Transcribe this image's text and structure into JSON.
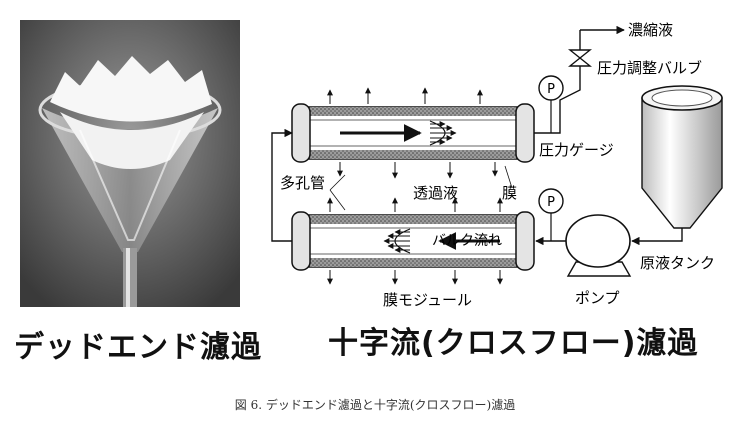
{
  "dead_end": {
    "title": "デッドエンド濾過"
  },
  "cross_flow": {
    "title": "十字流(クロスフロー)濾過",
    "labels": {
      "concentrate": "濃縮液",
      "pressure_valve": "圧力調整バルブ",
      "pressure_gauge": "圧力ゲージ",
      "porous_tube": "多孔管",
      "permeate": "透過液",
      "membrane": "膜",
      "bulk_flow": "バルク流れ",
      "feed_tank": "原液タンク",
      "membrane_module": "膜モジュール",
      "pump": "ポンプ",
      "gauge_symbol": "P"
    }
  },
  "caption": "図 6.  デッドエンド濾過と十字流(クロスフロー)濾過"
}
